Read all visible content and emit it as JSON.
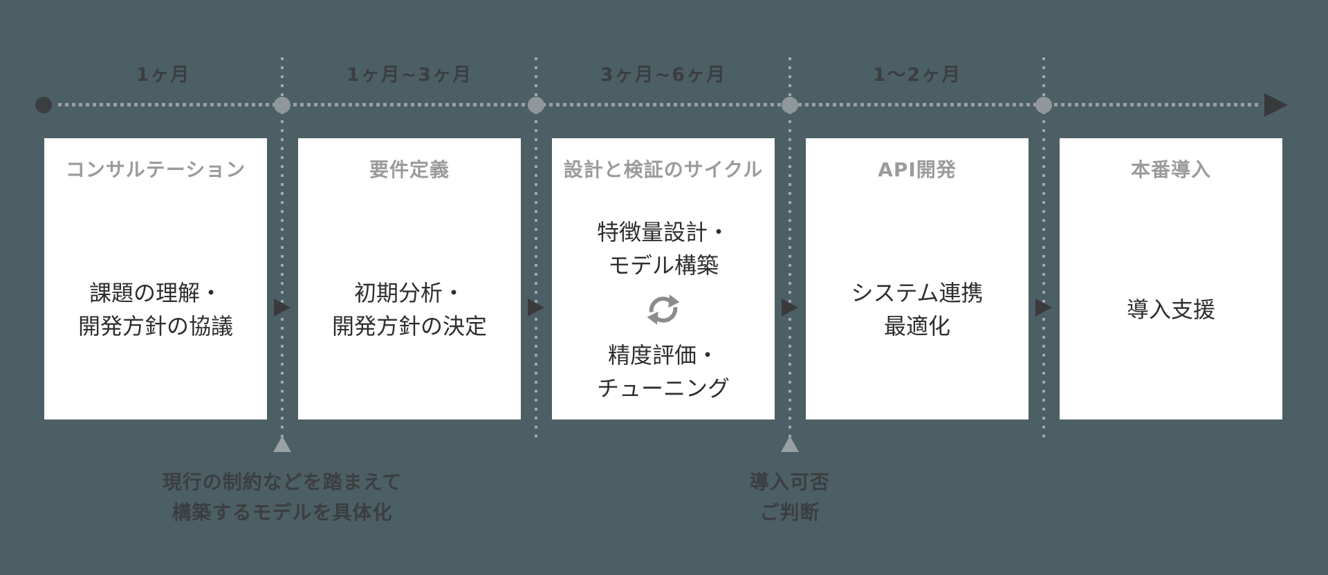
{
  "diagram": {
    "type": "process-timeline",
    "language": "ja",
    "colors": {
      "background": "#4c5f65",
      "card_background": "#ffffff",
      "card_title_gray": "#9b9b9b",
      "body_text_dark": "#2e2e2e",
      "label_charcoal": "#3b3e40",
      "timeline_dot_gray": "#9ba1a3",
      "milestone_gray": "#8f979a",
      "dark_arrow": "#38393b",
      "cycle_icon_gray": "#8c8c8c"
    }
  },
  "timeline": {
    "durations": [
      {
        "label": "1ヶ月"
      },
      {
        "label": "1ヶ月~3ヶ月"
      },
      {
        "label": "3ヶ月~6ヶ月"
      },
      {
        "label": "1〜2ヶ月"
      }
    ]
  },
  "steps": [
    {
      "title": "コンサルテーション",
      "body": [
        "課題の理解・",
        "開発方針の協議"
      ]
    },
    {
      "title": "要件定義",
      "body": [
        "初期分析・",
        "開発方針の決定"
      ]
    },
    {
      "title": "設計と検証のサイクル",
      "body_top": [
        "特徴量設計・",
        "モデル構築"
      ],
      "icon": "cycle-arrows-icon",
      "body_bottom": [
        "精度評価・",
        "チューニング"
      ]
    },
    {
      "title": "API開発",
      "body": [
        "システム連携",
        "最適化"
      ]
    },
    {
      "title": "本番導入",
      "body": [
        "導入支援"
      ]
    }
  ],
  "callouts": [
    {
      "lines": [
        "現行の制約などを踏まえて",
        "構築するモデルを具体化"
      ]
    },
    {
      "lines": [
        "導入可否",
        "ご判断"
      ]
    }
  ]
}
